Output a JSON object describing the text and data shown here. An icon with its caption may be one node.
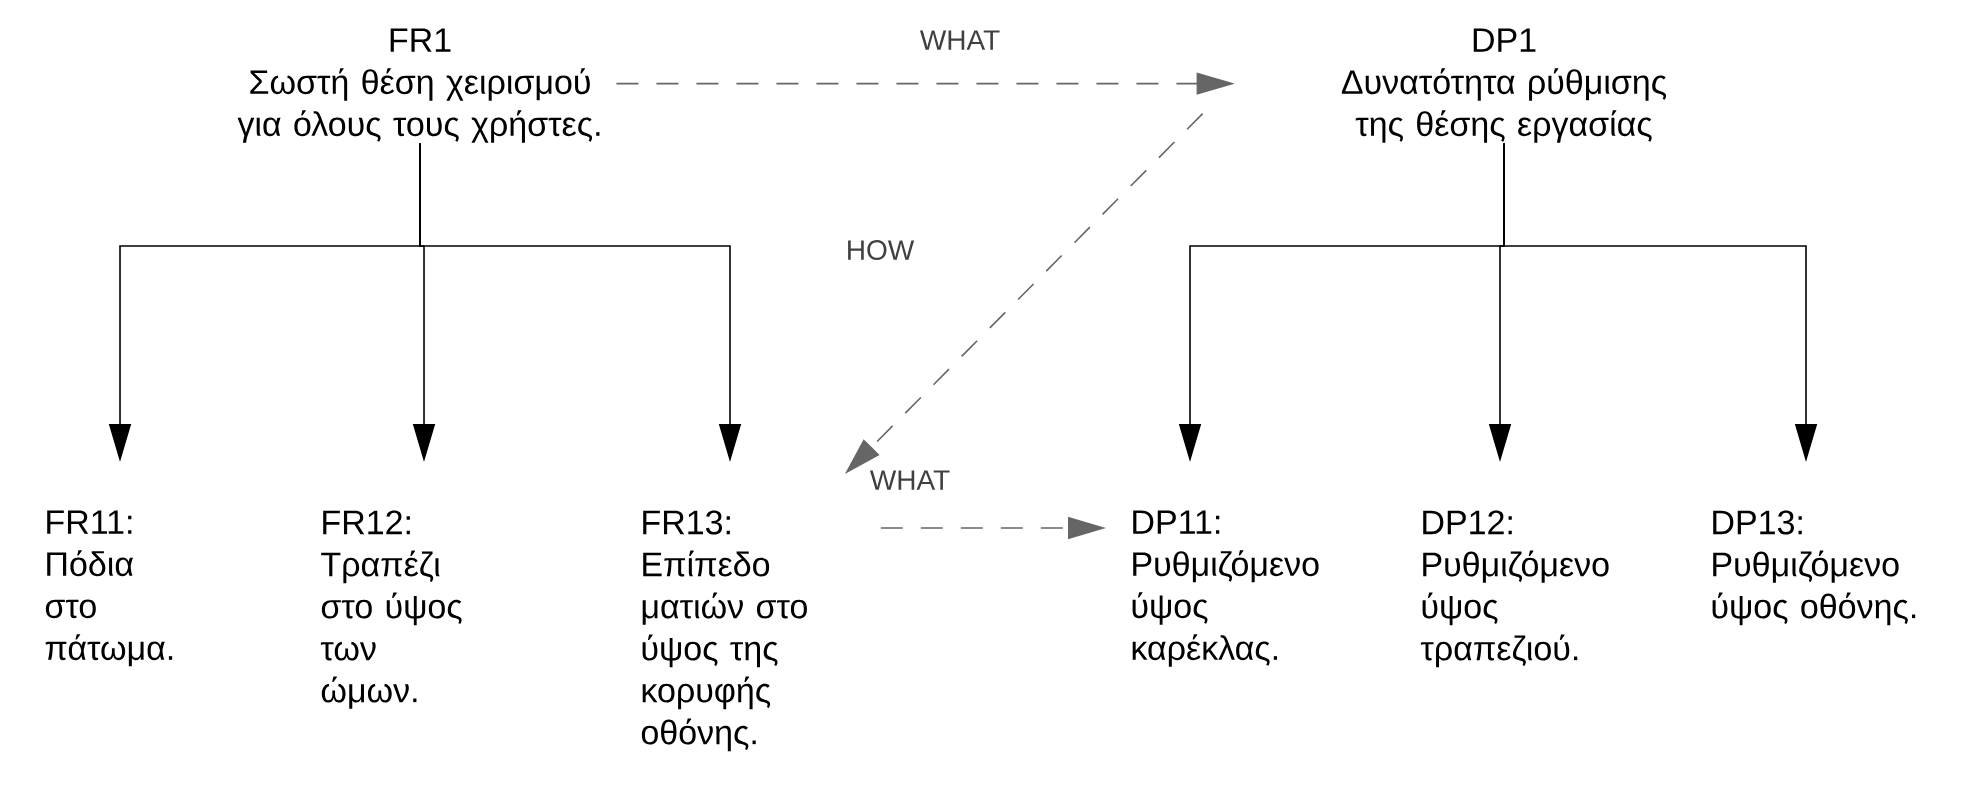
{
  "diagram": {
    "nodes": [
      {
        "text": [
          "FR1",
          "Σωστή θέση χειρισμού για όλους τους χρήστες."
        ]
      },
      {
        "text": [
          "DP1",
          "Δυνατότητα ρύθμισης της θέσης εργασίας"
        ]
      },
      {
        "text": [
          "FR11:",
          "Πόδια στο πάτωμα."
        ]
      },
      {
        "text": [
          "FR12:",
          "Τραπέζι στο ύψος των ώμων."
        ]
      },
      {
        "text": [
          "FR13:",
          "Επίπεδο ματιών στο ύψος της κορυφής οθόνης."
        ]
      },
      {
        "text": [
          "DP11:",
          "Ρυθμιζόμενο ύψος καρέκλας."
        ]
      },
      {
        "text": [
          "DP12:",
          "Ρυθμιζόμενο ύψος τραπεζιού."
        ]
      },
      {
        "text": [
          "DP13:",
          "Ρυθμιζόμενο ύψος οθόνης."
        ]
      }
    ],
    "edges": [
      {
        "from": 0,
        "to": 2,
        "arrow": "to"
      },
      {
        "from": 0,
        "to": 3,
        "arrow": "to"
      },
      {
        "from": 0,
        "to": 4,
        "arrow": "to"
      },
      {
        "from": 1,
        "to": 5,
        "arrow": "to"
      },
      {
        "from": 1,
        "to": 6,
        "arrow": "to"
      },
      {
        "from": 1,
        "to": 7,
        "arrow": "to"
      },
      {
        "from": 0,
        "to": 1,
        "arrow": "to",
        "style": "dashed",
        "color": "#666666",
        "label": "WHAT"
      },
      {
        "from": 1,
        "to": 4,
        "arrow": "to",
        "style": "dashed",
        "color": "#666666",
        "label": "HOW"
      },
      {
        "from": 4,
        "to": 5,
        "arrow": "to",
        "style": "dashed",
        "color": "#666666",
        "label": "WHAT"
      }
    ]
  }
}
